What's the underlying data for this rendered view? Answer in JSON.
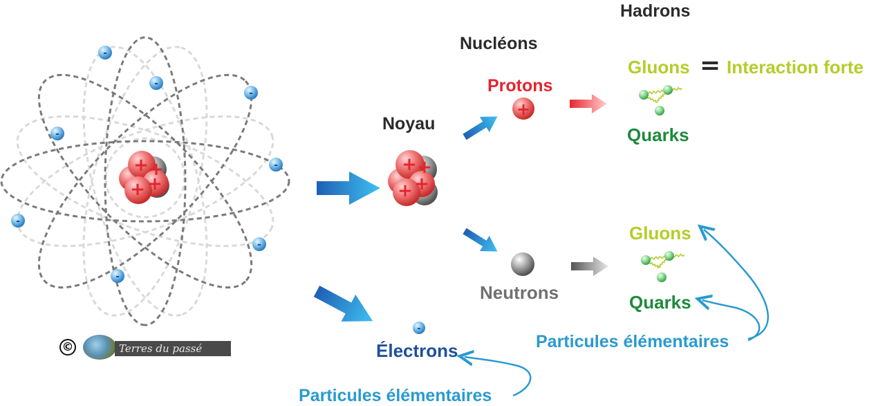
{
  "labels": {
    "hadrons": "Hadrons",
    "nucleons": "Nucléons",
    "noyau": "Noyau",
    "protons": "Protons",
    "neutrons": "Neutrons",
    "electrons": "Électrons",
    "gluons_top": "Gluons",
    "equals": "=",
    "interaction_forte": "Interaction forte",
    "quarks_top": "Quarks",
    "gluons_bottom": "Gluons",
    "quarks_bottom": "Quarks",
    "particules_right": "Particules élémentaires",
    "particules_bottom": "Particules élémentaires"
  },
  "badge": {
    "copyright": "©",
    "text": "Terres du passé"
  },
  "particle_signs": {
    "positive": "+",
    "negative": "-"
  },
  "colors": {
    "dark_text": "#2b2b2b",
    "proton_red": "#e0262f",
    "neutron_gray": "#707070",
    "electron_blue": "#1f4f9c",
    "gluon_lime": "#b6cc2a",
    "quark_green": "#1e8a3c",
    "particle_blue": "#2a9ad0",
    "arrow_blue_dark": "#1f5fb4",
    "arrow_blue_light": "#39b6ec",
    "electron_fill": "#5aa8dc",
    "gluon_ball": "#7fd08a"
  }
}
